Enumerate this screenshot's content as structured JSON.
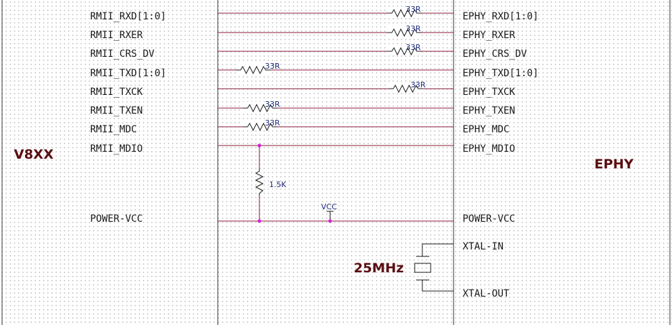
{
  "chips": {
    "left": {
      "name": "V8XX"
    },
    "right": {
      "name": "EPHY"
    }
  },
  "nets": [
    {
      "left_pin": "RMII_RXD[1:0]",
      "right_pin": "EPHY_RXD[1:0]",
      "resistor": "33R"
    },
    {
      "left_pin": "RMII_RXER",
      "right_pin": "EPHY_RXER",
      "resistor": "33R"
    },
    {
      "left_pin": "RMII_CRS_DV",
      "right_pin": "EPHY_CRS_DV",
      "resistor": "33R"
    },
    {
      "left_pin": "RMII_TXD[1:0]",
      "right_pin": "EPHY_TXD[1:0]",
      "resistor": "33R"
    },
    {
      "left_pin": "RMII_TXCK",
      "right_pin": "EPHY_TXCK",
      "resistor": "33R"
    },
    {
      "left_pin": "RMII_TXEN",
      "right_pin": "EPHY_TXEN",
      "resistor": "33R"
    },
    {
      "left_pin": "RMII_MDC",
      "right_pin": "EPHY_MDC",
      "resistor": "33R"
    },
    {
      "left_pin": "RMII_MDIO",
      "right_pin": "EPHY_MDIO",
      "resistor": ""
    }
  ],
  "power": {
    "left_pin": "POWER-VCC",
    "right_pin": "POWER-VCC",
    "net_label": "VCC",
    "pullup": "1.5K"
  },
  "crystal": {
    "label": "25MHz",
    "pin_in": "XTAL-IN",
    "pin_out": "XTAL-OUT"
  },
  "colors": {
    "wire": "#8b1b3a",
    "junction": "#d02ad0",
    "chip_label": "#5a0e12",
    "resistor_label": "#1c2a7a"
  }
}
